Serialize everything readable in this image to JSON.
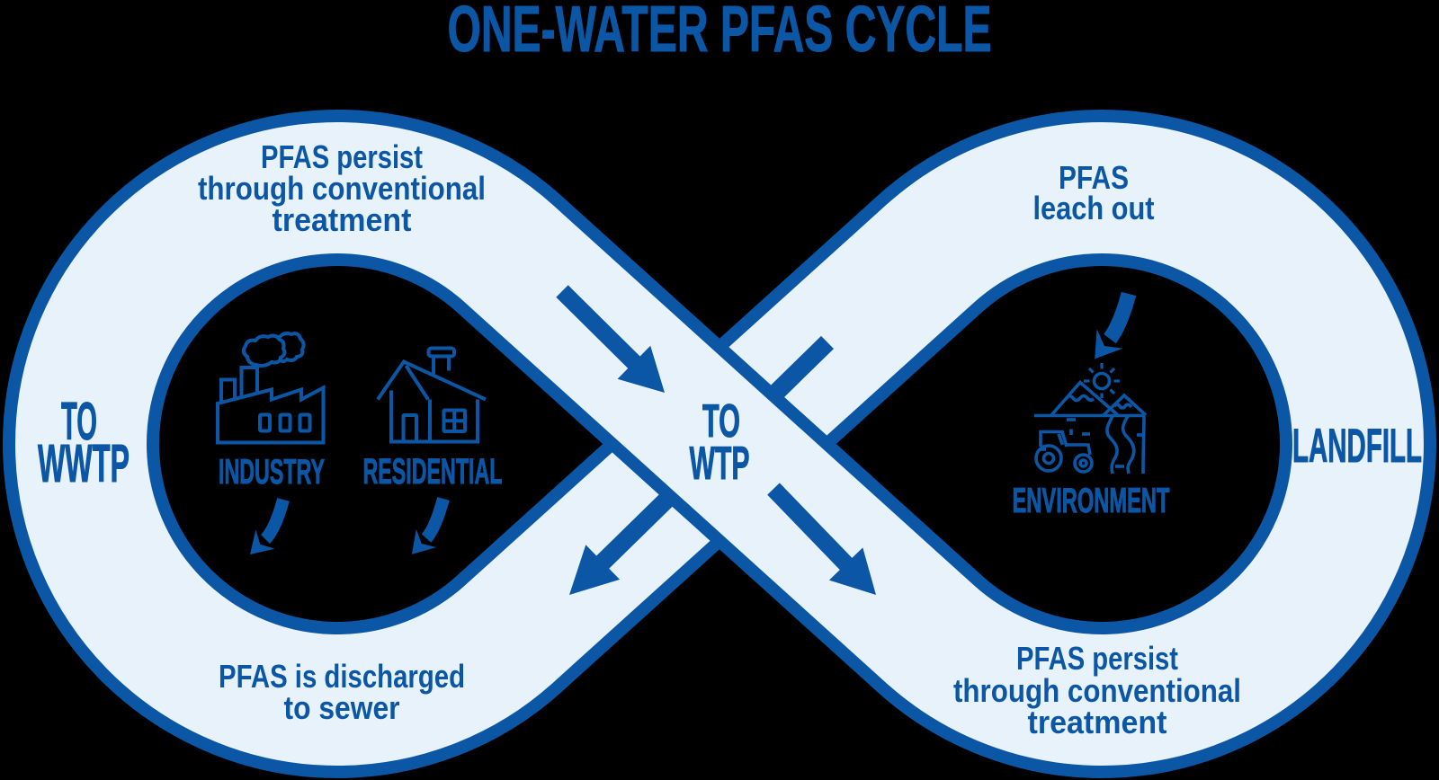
{
  "title": "ONE-WATER PFAS CYCLE",
  "colors": {
    "background": "#000000",
    "dark_blue": "#0b57a6",
    "light_blue": "#e8f2fa"
  },
  "left_loop": {
    "top_label": {
      "line1": "PFAS persist",
      "line2": "through conventional",
      "line3": "treatment"
    },
    "side_label": {
      "line1": "TO",
      "line2": "WWTP"
    },
    "bottom_label": {
      "line1": "PFAS is discharged",
      "line2": "to sewer"
    },
    "industry_label": "INDUSTRY",
    "residential_label": "RESIDENTIAL"
  },
  "center": {
    "label": {
      "line1": "TO",
      "line2": "WTP"
    }
  },
  "right_loop": {
    "top_label": {
      "line1": "PFAS",
      "line2": "leach out"
    },
    "side_label": "LANDFILL",
    "bottom_label": {
      "line1": "PFAS persist",
      "line2": "through conventional",
      "line3": "treatment"
    },
    "environment_label": "ENVIRONMENT"
  },
  "icons": [
    "factory-icon",
    "house-icon",
    "environment-icon"
  ],
  "arrows": [
    "arrow-wwtp-to-wtp",
    "arrow-wtp-to-right-loop",
    "arrow-landfill-to-sewer",
    "arrow-industry-down",
    "arrow-residential-down",
    "arrow-leach-down"
  ]
}
